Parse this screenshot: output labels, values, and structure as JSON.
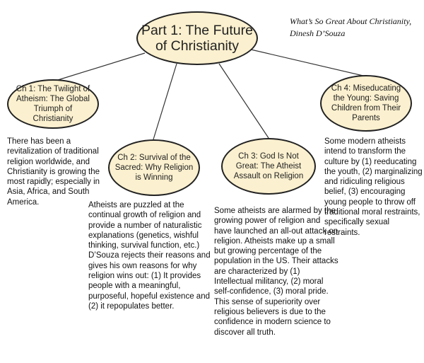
{
  "main_node": {
    "title": "Part 1: The Future of Christianity"
  },
  "source": {
    "text": "What’s So Great About Christianity, Dinesh D’Souza"
  },
  "chapters": [
    {
      "label": "Ch 1: The Twilight of Atheism: The Global Triumph of Christianity",
      "description": "There has been a revitalization of traditional religion worldwide, and Christianity is growing the most rapidly; especially in Asia, Africa, and South America."
    },
    {
      "label": "Ch 2: Survival of the Sacred: Why Religion is Winning",
      "description": "Atheists are puzzled at the continual growth of religion and provide a number of naturalistic explanations (genetics, wishful thinking, survival function, etc.) D’Souza rejects their reasons and gives his own reasons for why religion wins out: (1) It provides people with a meaningful, purposeful, hopeful existence and (2) it repopulates better."
    },
    {
      "label": "Ch 3: God Is Not Great: The Atheist Assault on Religion",
      "description": "Some atheists are alarmed by the growing power of religion and have launched an all-out attack on religion. Atheists make up a small but growing percentage of the population in the US. Their attacks are characterized by (1) Intellectual militancy, (2) moral self-confidence, (3) moral pride. This sense of superiority over religious believers is due to the confidence in modern science to discover all truth."
    },
    {
      "label": "Ch 4: Miseducating the Young: Saving Children from Their Parents",
      "description": "Some modern atheists intend to transform the culture by (1) reeducating the youth, (2) marginalizing and ridiculing religious belief, (3) encouraging young people to throw off traditional moral restraints, specifically sexual restraints."
    }
  ]
}
